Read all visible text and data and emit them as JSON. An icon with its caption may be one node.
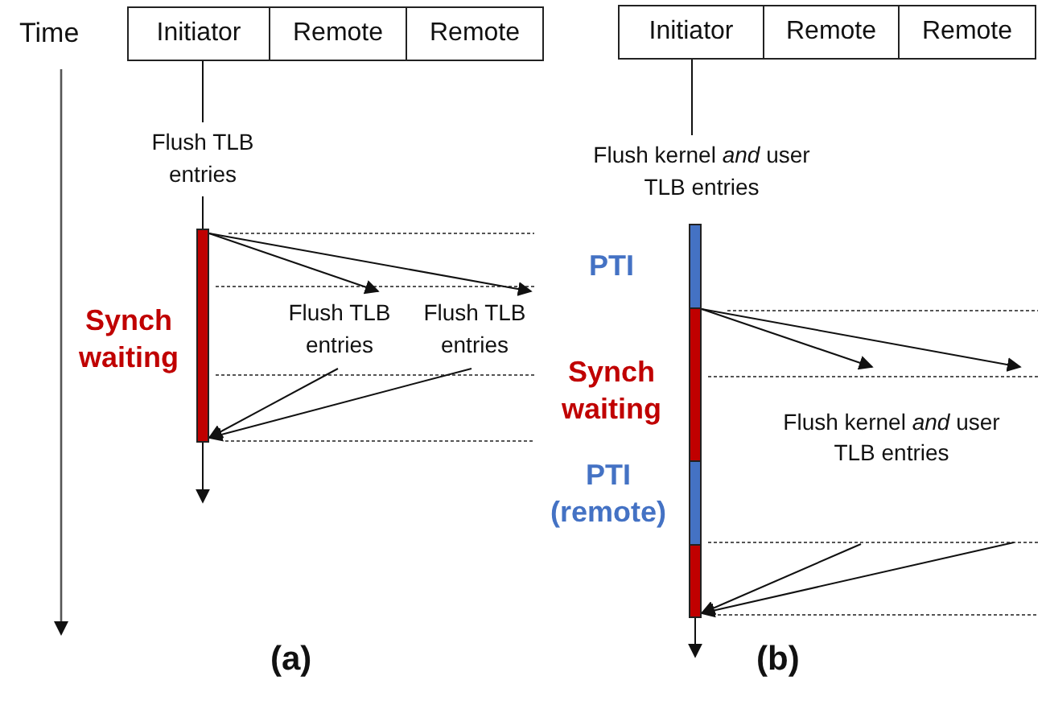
{
  "diagram": {
    "nodes": [
      {
        "text": [
          "Initiator"
        ]
      },
      {
        "text": [
          "Remote"
        ]
      },
      {
        "text": [
          "Remote"
        ]
      },
      {
        "text": [
          "Flush TLB entries"
        ]
      },
      {
        "text": [],
        "shape": "bar",
        "beside": [
          "Synch waiting"
        ]
      },
      {
        "text": [
          "Flush TLB entries"
        ]
      },
      {
        "text": [
          "Flush TLB entries"
        ]
      },
      {
        "text": [
          "Initiator"
        ]
      },
      {
        "text": [
          "Remote"
        ]
      },
      {
        "text": [
          "Remote"
        ]
      },
      {
        "text": [
          "Flush kernel *and* user TLB entries"
        ]
      },
      {
        "text": [],
        "shape": "bar",
        "beside": [
          "PTI"
        ]
      },
      {
        "text": [],
        "shape": "bar",
        "beside": [
          "Synch waiting"
        ]
      },
      {
        "text": [],
        "shape": "bar",
        "beside": [
          "PTI (remote)"
        ]
      },
      {
        "text": [],
        "shape": "bar"
      },
      {
        "text": [
          "Flush kernel *and* user TLB entries"
        ]
      }
    ],
    "edges": [
      {
        "from": 0,
        "to": 3,
        "arrow": "none"
      },
      {
        "from": 3,
        "to": 4,
        "arrow": "none"
      },
      {
        "from": 4,
        "to": 5,
        "arrow": "to"
      },
      {
        "from": 4,
        "to": 6,
        "arrow": "to"
      },
      {
        "from": 5,
        "to": 4,
        "arrow": "to"
      },
      {
        "from": 6,
        "to": 4,
        "arrow": "to"
      },
      {
        "from": 4,
        "to": null,
        "arrow": "to"
      },
      {
        "from": 7,
        "to": 10,
        "arrow": "none"
      },
      {
        "from": 12,
        "to": 15,
        "arrow": "to"
      },
      {
        "from": 12,
        "to": 15,
        "arrow": "to"
      },
      {
        "from": null,
        "to": 14,
        "arrow": "to"
      },
      {
        "from": null,
        "to": 14,
        "arrow": "to"
      },
      {
        "from": 14,
        "to": null,
        "arrow": "to"
      }
    ],
    "labels": [
      "Time",
      "(a)",
      "(b)"
    ]
  }
}
